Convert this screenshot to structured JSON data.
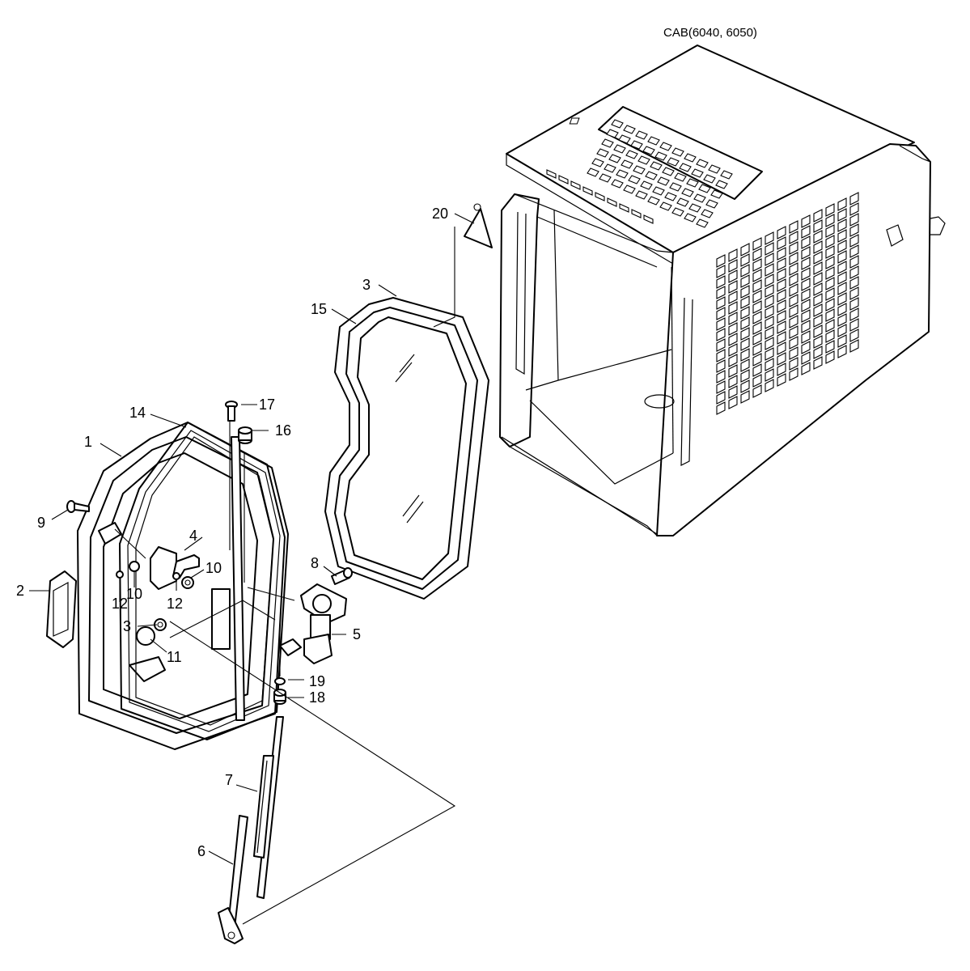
{
  "diagram": {
    "title": "CAB(6040, 6050)",
    "callouts": [
      {
        "id": "c20",
        "text": "20"
      },
      {
        "id": "c3a",
        "text": "3"
      },
      {
        "id": "c15",
        "text": "15"
      },
      {
        "id": "c17",
        "text": "17"
      },
      {
        "id": "c14",
        "text": "14"
      },
      {
        "id": "c16",
        "text": "16"
      },
      {
        "id": "c1",
        "text": "1"
      },
      {
        "id": "c9",
        "text": "9"
      },
      {
        "id": "c4",
        "text": "4"
      },
      {
        "id": "c8",
        "text": "8"
      },
      {
        "id": "c10a",
        "text": "10"
      },
      {
        "id": "c2",
        "text": "2"
      },
      {
        "id": "c10b",
        "text": "10"
      },
      {
        "id": "c12a",
        "text": "12"
      },
      {
        "id": "c12b",
        "text": "12"
      },
      {
        "id": "c5",
        "text": "5"
      },
      {
        "id": "c3b",
        "text": "3"
      },
      {
        "id": "c11",
        "text": "11"
      },
      {
        "id": "c19",
        "text": "19"
      },
      {
        "id": "c18",
        "text": "18"
      },
      {
        "id": "c7",
        "text": "7"
      },
      {
        "id": "c6",
        "text": "6"
      }
    ]
  }
}
